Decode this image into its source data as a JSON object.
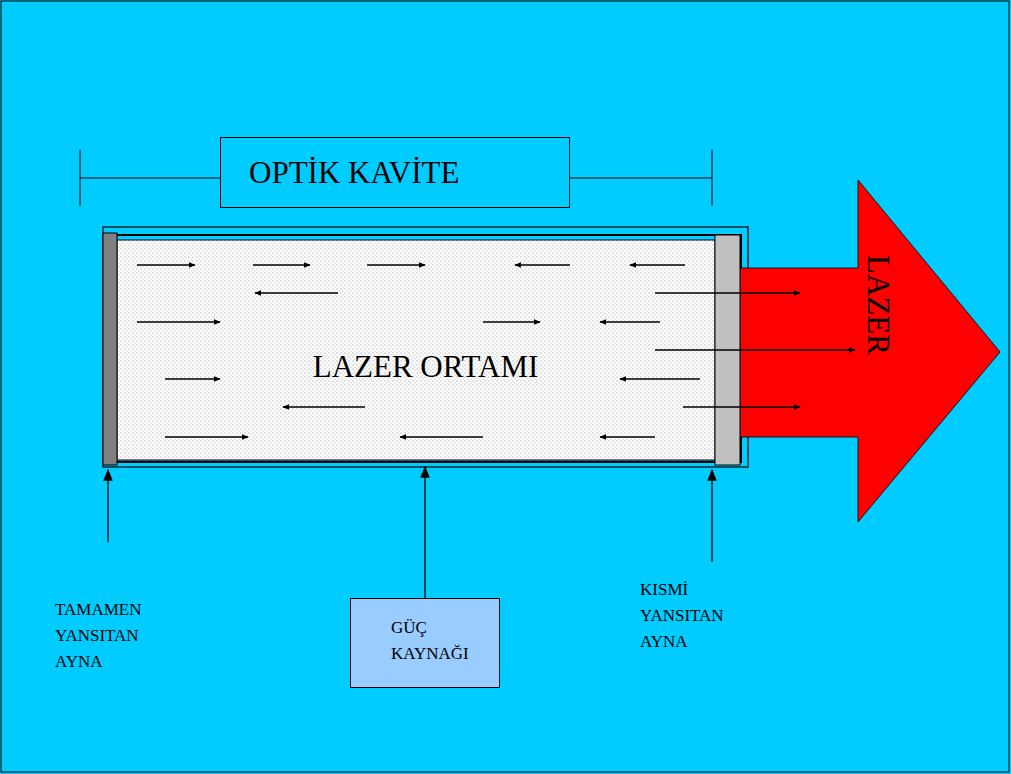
{
  "diagram": {
    "nodes": [
      {
        "text": [
          "OPTİK KAVİTE"
        ]
      },
      {
        "text": [
          "LAZER ORTAMI"
        ]
      },
      {
        "text": [
          "LAZER"
        ]
      },
      {
        "text": [
          "GÜÇ KAYNAĞI"
        ]
      }
    ],
    "edges": [
      {
        "from": 3,
        "to": 1,
        "arrow": "to"
      }
    ],
    "labels": [
      "TAMAMEN YANSITAN AYNA",
      "KISMİ YANSITAN AYNA"
    ]
  }
}
